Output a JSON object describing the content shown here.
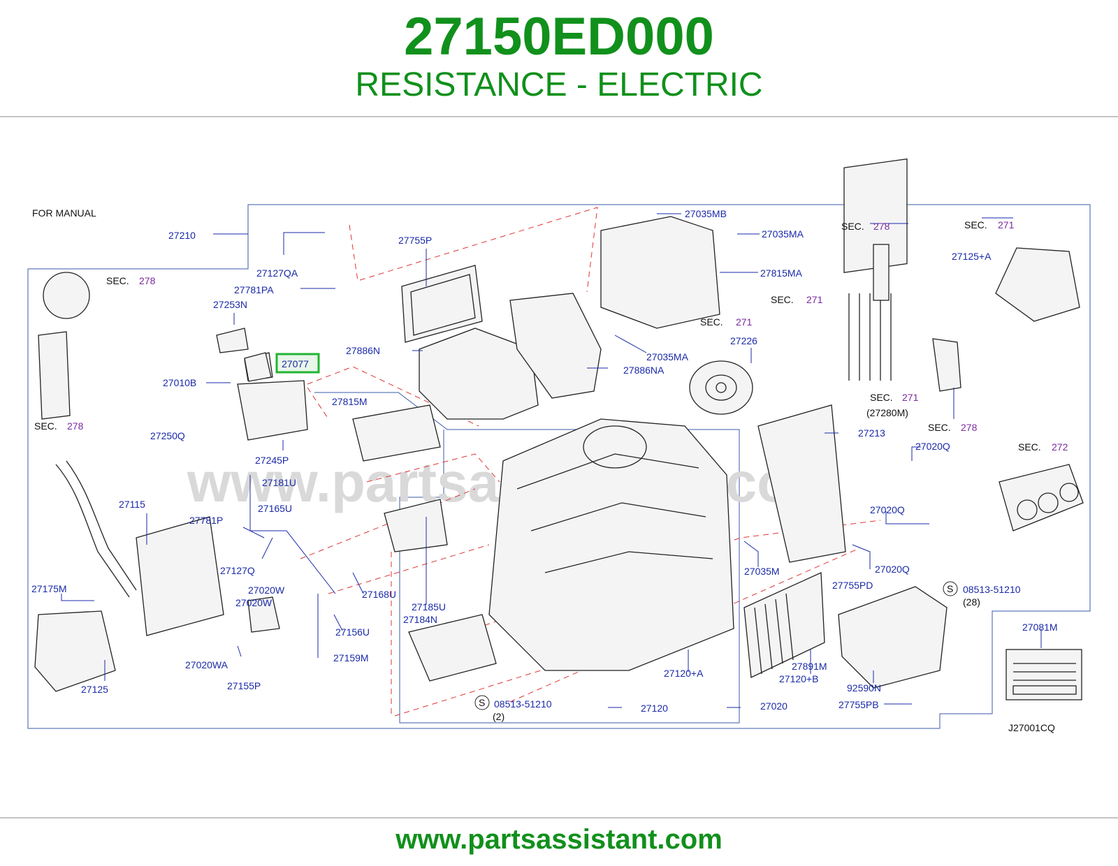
{
  "header": {
    "part_number": "27150ED000",
    "description": "RESISTANCE - ELECTRIC"
  },
  "footer": {
    "url": "www.partsassistant.com"
  },
  "diagram": {
    "note": "FOR   MANUAL",
    "watermark": "www.partsassistant.com",
    "code": "J27001CQ",
    "highlight_label": "27077",
    "colors": {
      "title": "#11901c",
      "label": "#1a2aa8",
      "sec_ref": "#7a2aa0",
      "highlight": "#22b532",
      "dashed": "#e03535"
    },
    "labels": {
      "l27210": "27210",
      "l27127QA": "27127QA",
      "l27781PA": "27781PA",
      "l27253N": "27253N",
      "l27010B": "27010B",
      "l27250Q": "27250Q",
      "l27245P": "27245P",
      "l27181U": "27181U",
      "l27165U": "27165U",
      "l27115": "27115",
      "l27781P": "27781P",
      "l27127Q": "27127Q",
      "l27175M": "27175M",
      "l27020W_a": "27020W",
      "l27020W_b": "27020W",
      "l27125": "27125",
      "l27020WA": "27020WA",
      "l27155P": "27155P",
      "l27159M": "27159M",
      "l27156U": "27156U",
      "l27168U": "27168U",
      "l27815M": "27815M",
      "l27185U": "27185U",
      "l27184N": "27184N",
      "l08513a": "08513-51210",
      "l08513a_qty": "(2)",
      "l27755P": "27755P",
      "l27886N": "27886N",
      "l27886NA": "27886NA",
      "l27035MB": "27035MB",
      "l27035MA_a": "27035MA",
      "l27815MA": "27815MA",
      "l27035MA_b": "27035MA",
      "l27226": "27226",
      "l27120A": "27120+A",
      "l27120": "27120",
      "l27020": "27020",
      "l27035M": "27035M",
      "l27213": "27213",
      "l27020Q_a": "27020Q",
      "l27020Q_b": "27020Q",
      "l27020Q_c": "27020Q",
      "l27755PD": "27755PD",
      "l27891M": "27891M",
      "l27120B": "27120+B",
      "l92590N": "92590N",
      "l27755PB": "27755PB",
      "l08513b": "08513-51210",
      "l08513b_qty": "(28)",
      "l27081M": "27081M",
      "l27125A": "27125+A",
      "l27280M": "(27280M)",
      "s_symbol": "S"
    },
    "sec_refs": {
      "sec_word": "SEC.",
      "s278_a": "278",
      "s278_b": "278",
      "s278_c": "278",
      "s278_d": "278",
      "s271_a": "271",
      "s271_b": "271",
      "s271_c": "271",
      "s271_d": "271",
      "s272": "272"
    }
  }
}
